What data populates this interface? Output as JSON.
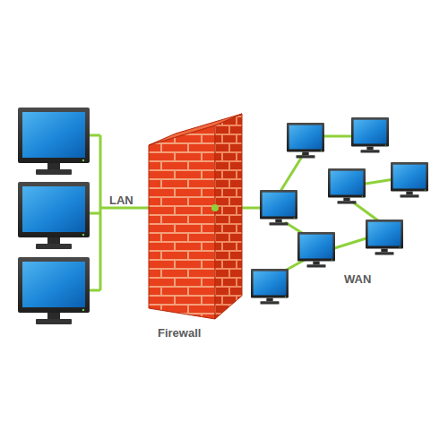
{
  "diagram": {
    "labels": [
      "LAN",
      "Firewall",
      "WAN"
    ]
  }
}
